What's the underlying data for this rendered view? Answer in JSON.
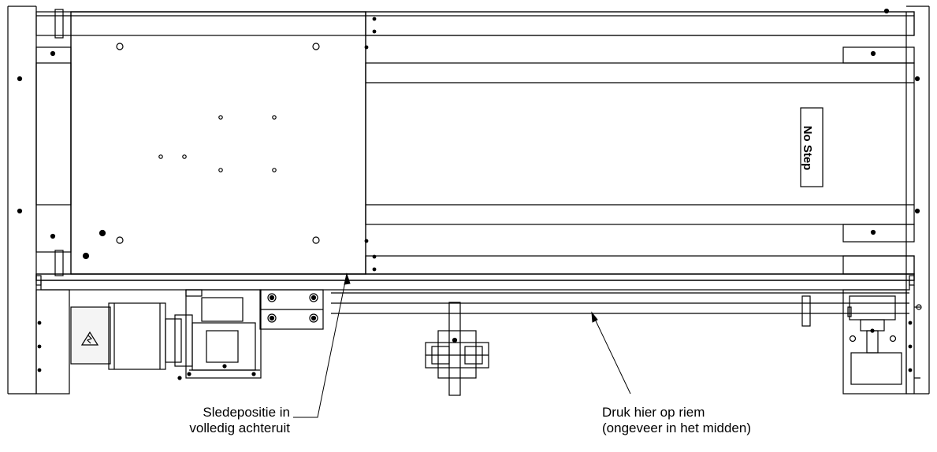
{
  "labels": {
    "no_step": "No Step",
    "callout_1": {
      "line1": "Sledepositie in",
      "line2": "volledig achteruit"
    },
    "callout_2": {
      "line1": "Druk hier op riem",
      "line2": "(ongeveer in het midden)"
    }
  },
  "colors": {
    "line": "#000000",
    "fill": "#ffffff",
    "motor_fill": "#f4f4f4"
  }
}
